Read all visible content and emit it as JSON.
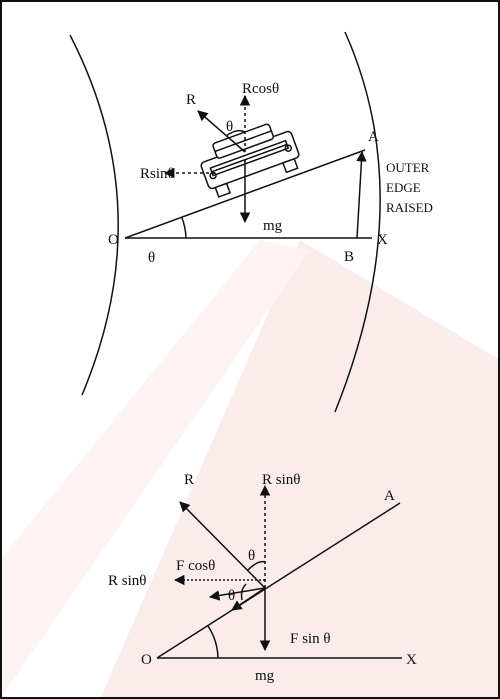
{
  "top_diagram": {
    "labels": {
      "R": "R",
      "Rcos": "Rcosθ",
      "Rsin": "Rsinθ",
      "theta_car": "θ",
      "A": "A",
      "outer_line1": "OUTER",
      "outer_line2": "EDGE",
      "outer_line3": "RAISED",
      "mg": "mg",
      "O": "O",
      "theta_base": "θ",
      "B": "B",
      "X": "X"
    }
  },
  "bottom_diagram": {
    "labels": {
      "R": "R",
      "Rsin_top": "R sinθ",
      "A": "A",
      "theta_top": "θ",
      "Fcos": "F cosθ",
      "Rsin_left": "R sinθ",
      "theta_mid": "θ",
      "Fsin": "F sin θ",
      "O": "O",
      "X": "X",
      "mg": "mg"
    }
  },
  "colors": {
    "line": "#111111",
    "watermark": "#f8e4e4",
    "frame": "#111111"
  }
}
